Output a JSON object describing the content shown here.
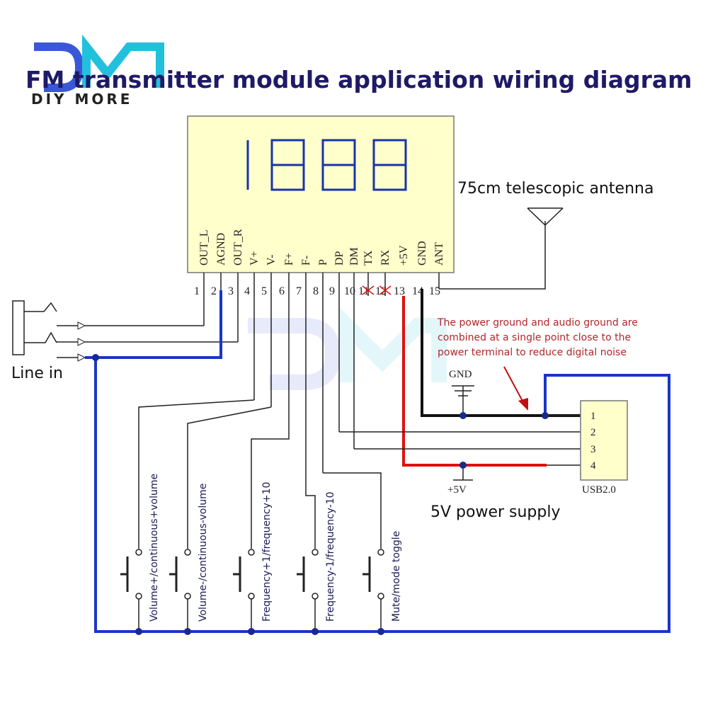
{
  "logo": {
    "text": "DM",
    "subtext": "DIY MORE"
  },
  "title": "FM transmitter module application wiring diagram",
  "display_digits": "1888",
  "module_pins": [
    {
      "num": "1",
      "label": "OUT_L"
    },
    {
      "num": "2",
      "label": "AGND"
    },
    {
      "num": "3",
      "label": "OUT_R"
    },
    {
      "num": "4",
      "label": "V+"
    },
    {
      "num": "5",
      "label": "V-"
    },
    {
      "num": "6",
      "label": "F+"
    },
    {
      "num": "7",
      "label": "F-"
    },
    {
      "num": "8",
      "label": "P"
    },
    {
      "num": "9",
      "label": "DP"
    },
    {
      "num": "10",
      "label": "DM"
    },
    {
      "num": "11",
      "label": "TX"
    },
    {
      "num": "12",
      "label": "RX"
    },
    {
      "num": "13",
      "label": "+5V"
    },
    {
      "num": "14",
      "label": "GND"
    },
    {
      "num": "15",
      "label": "ANT"
    }
  ],
  "antenna_label": "75cm telescopic antenna",
  "line_in_label": "Line in",
  "note_lines": [
    "The power ground and audio ground are",
    "combined at a single point close to the",
    "power terminal to reduce digital noise"
  ],
  "gnd_label": "GND",
  "plus5v_label": "+5V",
  "usb": {
    "pins": [
      "1",
      "2",
      "3",
      "4"
    ],
    "label": "USB2.0"
  },
  "power_label": "5V power supply",
  "buttons": [
    {
      "label": "Volume+/continuous+volume"
    },
    {
      "label": "Volume-/continuous-volume"
    },
    {
      "label": "Frequency+1/frequency+10"
    },
    {
      "label": "Frequency-1/frequency-10"
    },
    {
      "label": "Mute/mode toggle"
    }
  ],
  "colors": {
    "module_fill": "#ffffcc",
    "bus_blue": "#1836c8",
    "power_red": "#e01010",
    "ground_black": "#111111",
    "title_navy": "#1f1a66",
    "note_red": "#b3262c",
    "logo_blue": "#3a57d8",
    "logo_cyan": "#22c0dd"
  }
}
